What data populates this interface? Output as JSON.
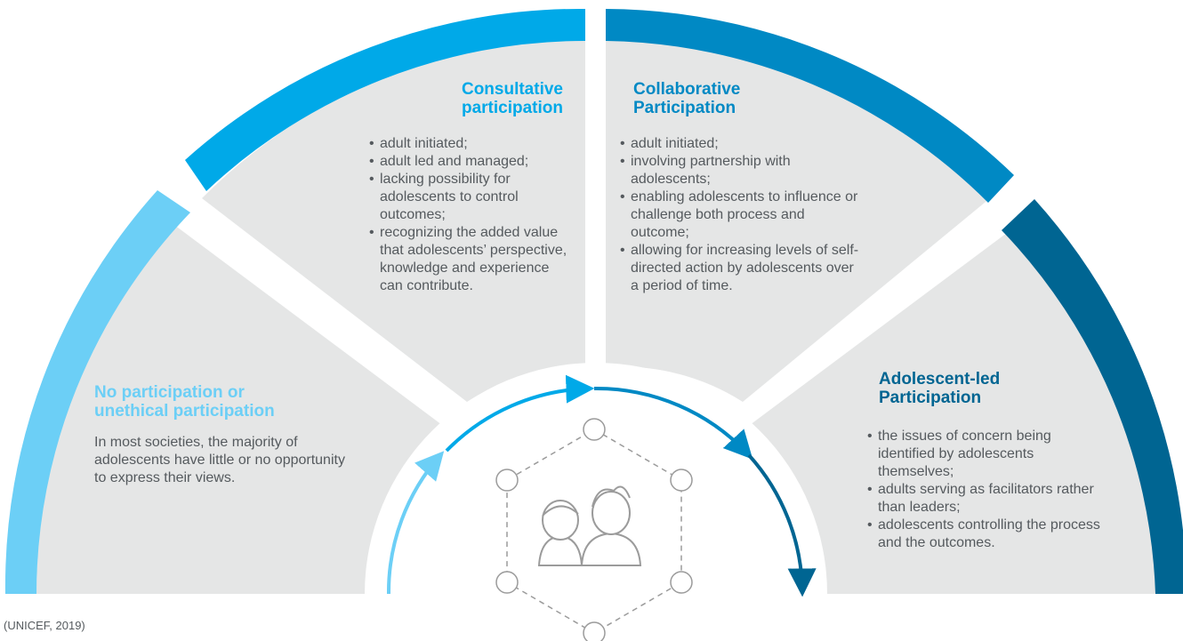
{
  "colors": {
    "light_blue": "#6ccff6",
    "blue": "#00a9e8",
    "mid_blue": "#0089c4",
    "dark_blue": "#006592",
    "panel_grey": "#e5e6e6",
    "text_grey": "#555a5e",
    "icon_grey": "#9b9b9b"
  },
  "segments": [
    {
      "key": "none",
      "title": "No participation or unethical participation",
      "body": "In most societies, the majority of adolescents have little or no opportunity to express their views."
    },
    {
      "key": "consultative",
      "title": "Consultative participation",
      "bullets": [
        "adult initiated;",
        "adult led and managed;",
        "lacking possibility for adolescents to control outcomes;",
        "recognizing the added value that adolescents’ perspective, knowledge and experience can contribute."
      ]
    },
    {
      "key": "collaborative",
      "title": "Collaborative Participation",
      "bullets": [
        "adult initiated;",
        "involving partnership with adolescents;",
        "enabling adolescents to influence or challenge both process and outcome;",
        "allowing for increasing levels of self-directed action by adolescents over a period of time."
      ]
    },
    {
      "key": "adolescent_led",
      "title": "Adolescent-led Participation",
      "bullets": [
        "the issues of concern being identified by adolescents themselves;",
        "adults serving as facilitators rather than leaders;",
        "adolescents controlling the process and the outcomes."
      ]
    }
  ],
  "center_icon": "adolescents-network-icon",
  "citation": "(UNICEF, 2019)"
}
